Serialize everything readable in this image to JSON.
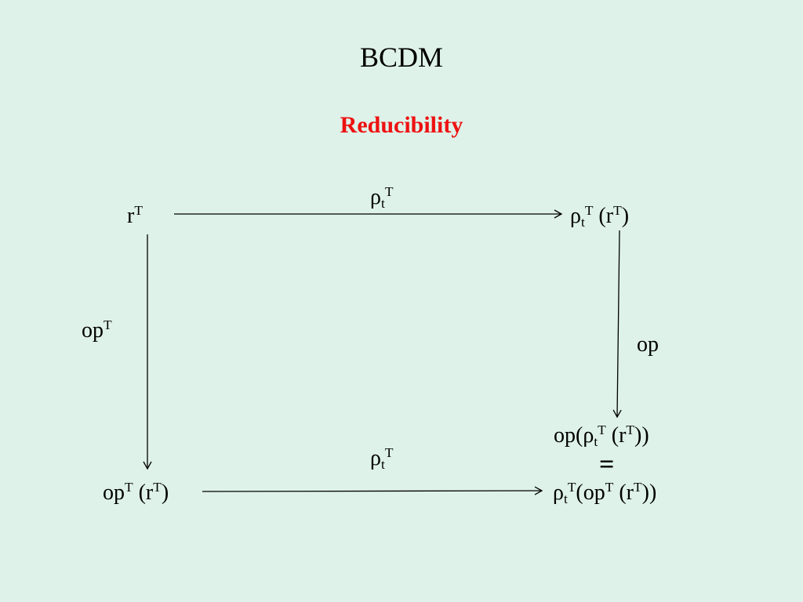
{
  "title": "BCDM",
  "subtitle": "Reducibility",
  "colors": {
    "background": "#def2e9",
    "subtitle": "#ee1111",
    "text": "#000000",
    "arrow": "#000000"
  },
  "nodes": {
    "top_left": {
      "base": "r",
      "sup": "T"
    },
    "top_right": {
      "rho": "ρ",
      "sub": "t",
      "sup": "T",
      "arg_open": " (r",
      "arg_sup": "T",
      "arg_close": ")"
    },
    "bottom_left": {
      "base": "op",
      "sup": "T",
      "arg_open": " (r",
      "arg_sup": "T",
      "arg_close": ")"
    },
    "result_top": {
      "prefix": "op(",
      "rho": "ρ",
      "sub": "t",
      "sup": "T",
      "mid": " (r",
      "mid_sup": "T",
      "close": "))"
    },
    "equals": "=",
    "result_bottom": {
      "rho": "ρ",
      "sub": "t",
      "sup": "T",
      "open": "(op",
      "open_sup": "T",
      "mid": " (r",
      "mid_sup": "T",
      "close": "))"
    }
  },
  "edges": {
    "top": {
      "rho": "ρ",
      "sub": "t",
      "sup": "T"
    },
    "left": {
      "base": "op",
      "sup": "T"
    },
    "right": {
      "base": "op"
    },
    "bottom": {
      "rho": "ρ",
      "sub": "t",
      "sup": "T"
    }
  }
}
